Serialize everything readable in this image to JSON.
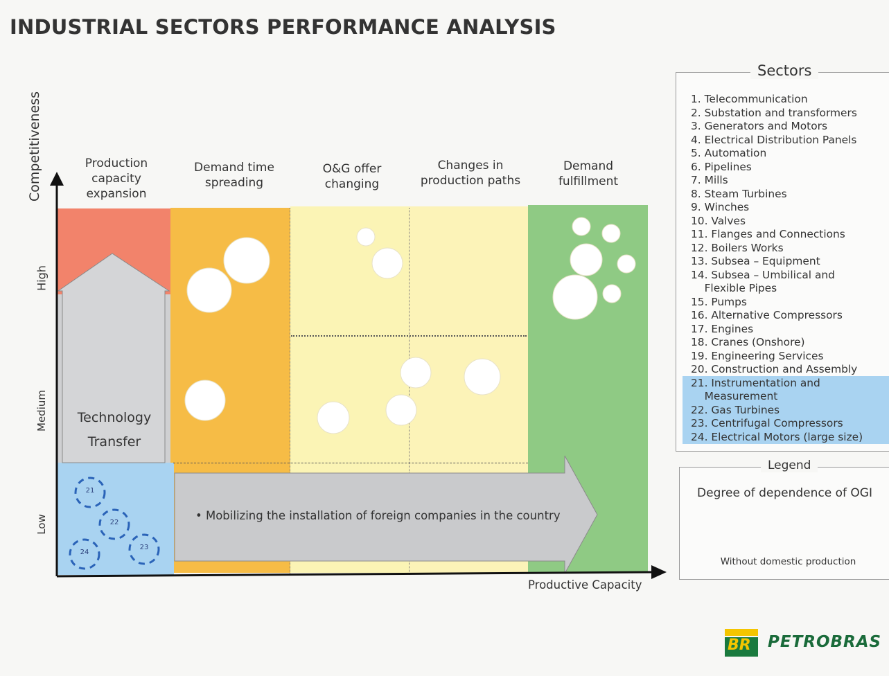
{
  "title": "INDUSTRIAL SECTORS PERFORMANCE ANALYSIS",
  "axes": {
    "y_label": "Competitiveness",
    "x_label": "Productive Capacity",
    "y_levels": [
      "High",
      "Medium",
      "Low"
    ]
  },
  "columns": [
    {
      "label": "Production\ncapacity\nexpansion"
    },
    {
      "label": "Demand time\nspreading"
    },
    {
      "label": "O&G offer\nchanging"
    },
    {
      "label": "Changes in\nproduction paths"
    },
    {
      "label": "Demand\nfulfillment"
    }
  ],
  "arrows": {
    "up_label": "Technology\nTransfer",
    "right_label": "• Mobilizing the installation of foreign companies in the country"
  },
  "dashed_circles": [
    "21",
    "22",
    "24",
    "23"
  ],
  "sectors": {
    "title": "Sectors",
    "items": [
      "1. Telecommunication",
      "2. Substation and transformers",
      "3. Generators and Motors",
      "4. Electrical Distribution Panels",
      "5. Automation",
      "6. Pipelines",
      "7. Mills",
      "8. Steam Turbines",
      "9. Winches",
      "10. Valves",
      "11. Flanges and Connections",
      "12. Boilers Works",
      "13. Subsea – Equipment",
      "14. Subsea – Umbilical and",
      "    Flexible Pipes",
      "15. Pumps",
      "16. Alternative Compressors",
      "17. Engines",
      "18. Cranes (Onshore)",
      "19. Engineering Services",
      "20. Construction and Assembly",
      "21. Instrumentation and",
      "    Measurement",
      "22. Gas Turbines",
      "23. Centrifugal Compressors",
      "24. Electrical Motors (large size)"
    ]
  },
  "legend": {
    "title": "Legend",
    "subtitle": "Degree of dependence of OGI",
    "item": "Without domestic production"
  },
  "logo": {
    "badge": "BR",
    "name": "PETROBRAS"
  },
  "colors": {
    "red": "#f2836b",
    "orange": "#f6bc46",
    "yellow": "#fbf4b5",
    "green": "#8fca84",
    "blue": "#a9d3f1",
    "gray": "#cfd0d2",
    "dashed_circle": "#2a63b8"
  }
}
